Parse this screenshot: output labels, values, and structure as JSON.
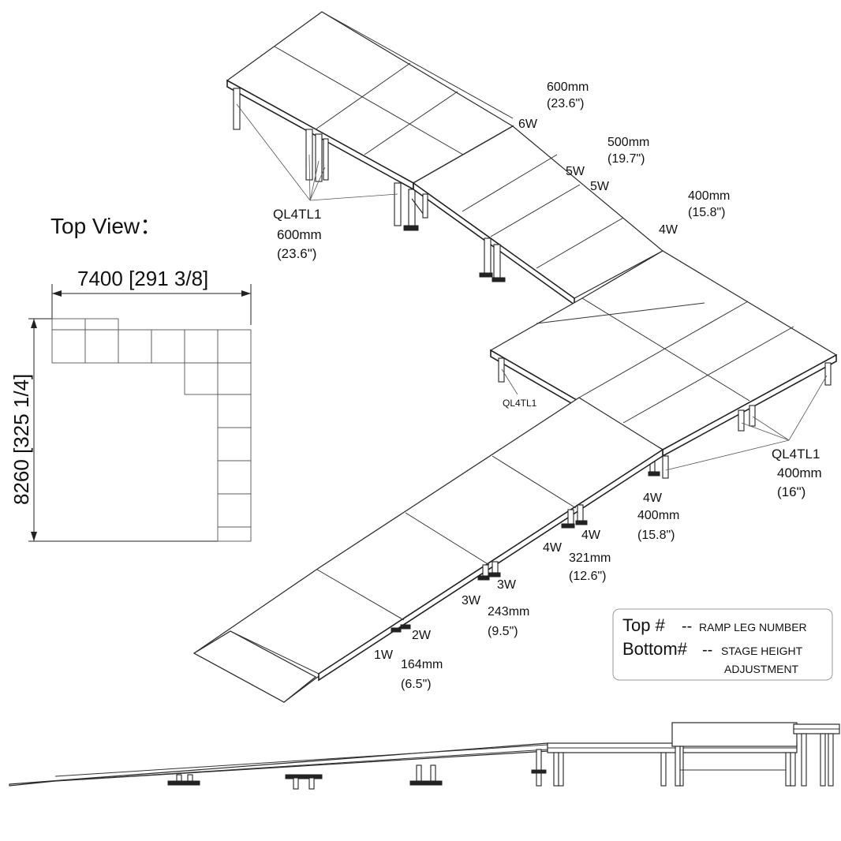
{
  "top_view": {
    "title": "Top View：",
    "width_dim": "7400 [291 3/8]",
    "height_dim": "8260 [325 1/4]"
  },
  "iso_labels": {
    "upper_height_mm": "600mm",
    "upper_height_in": "(23.6\")",
    "leg_6w": "6W",
    "h500_mm": "500mm",
    "h500_in": "(19.7\")",
    "leg_5w_a": "5W",
    "leg_5w_b": "5W",
    "h400_mm_top": "400mm",
    "h400_in_top": "(15.8\")",
    "leg_4w_top": "4W",
    "ql_upper": "QL4TL1",
    "ql_upper_mm": "600mm",
    "ql_upper_in": "(23.6\")",
    "ql_mid_small": "QL4TL1",
    "ql_right": "QL4TL1",
    "ql_right_mm": "400mm",
    "ql_right_in": "(16\")",
    "leg_4w_r": "4W",
    "h400_mm_r": "400mm",
    "h400_in_r": "(15.8\")",
    "leg_4w_b1": "4W",
    "leg_4w_b2": "4W",
    "h321_mm": "321mm",
    "h321_in": "(12.6\")",
    "leg_3w_a": "3W",
    "leg_3w_b": "3W",
    "h243_mm": "243mm",
    "h243_in": "(9.5\")",
    "leg_2w": "2W",
    "leg_1w": "1W",
    "h164_mm": "164mm",
    "h164_in": "(6.5\")"
  },
  "legend": {
    "top_key": "Top #",
    "top_sep": "--",
    "top_desc": "RAMP LEG NUMBER",
    "bottom_key": "Bottom#",
    "bottom_sep": "--",
    "bottom_desc_1": "STAGE HEIGHT",
    "bottom_desc_2": "ADJUSTMENT"
  },
  "colors": {
    "line": "#2a2a2a",
    "text": "#111111",
    "legend_border": "#9a9a9a"
  }
}
